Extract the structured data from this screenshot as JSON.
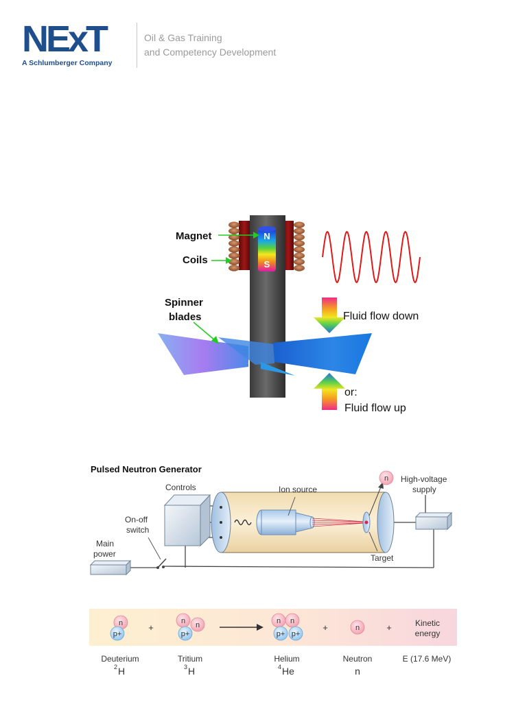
{
  "header": {
    "logo_word": "NExT",
    "logo_sub": "A Schlumberger Company",
    "tagline_line1": "Oil & Gas Training",
    "tagline_line2": "and Competency Development"
  },
  "spinner_diagram": {
    "label_magnet": "Magnet",
    "label_coils": "Coils",
    "label_spinner_line1": "Spinner",
    "label_spinner_line2": "blades",
    "pole_north": "N",
    "pole_south": "S",
    "flow_down": "Fluid flow down",
    "flow_up_line1": "or:",
    "flow_up_line2": "Fluid flow up"
  },
  "neutron_generator": {
    "title": "Pulsed Neutron Generator",
    "controls": "Controls",
    "ion_source": "Ion source",
    "neutron_symbol": "n",
    "hv_line1": "High-voltage",
    "hv_line2": "supply",
    "onoff_line1": "On-off",
    "onoff_line2": "switch",
    "main_line1": "Main",
    "main_line2": "power",
    "target": "Target"
  },
  "reaction": {
    "particle_n": "n",
    "particle_p": "p+",
    "plus": "+",
    "kinetic_line1": "Kinetic",
    "kinetic_line2": "energy",
    "deuterium": "Deuterium",
    "deuterium_mass": "2",
    "deuterium_symbol": "H",
    "tritium": "Tritium",
    "tritium_mass": "3",
    "tritium_symbol": "H",
    "helium": "Helium",
    "helium_mass": "4",
    "helium_symbol": "He",
    "neutron": "Neutron",
    "neutron_symbol": "n",
    "energy": "E (17.6 MeV)"
  }
}
